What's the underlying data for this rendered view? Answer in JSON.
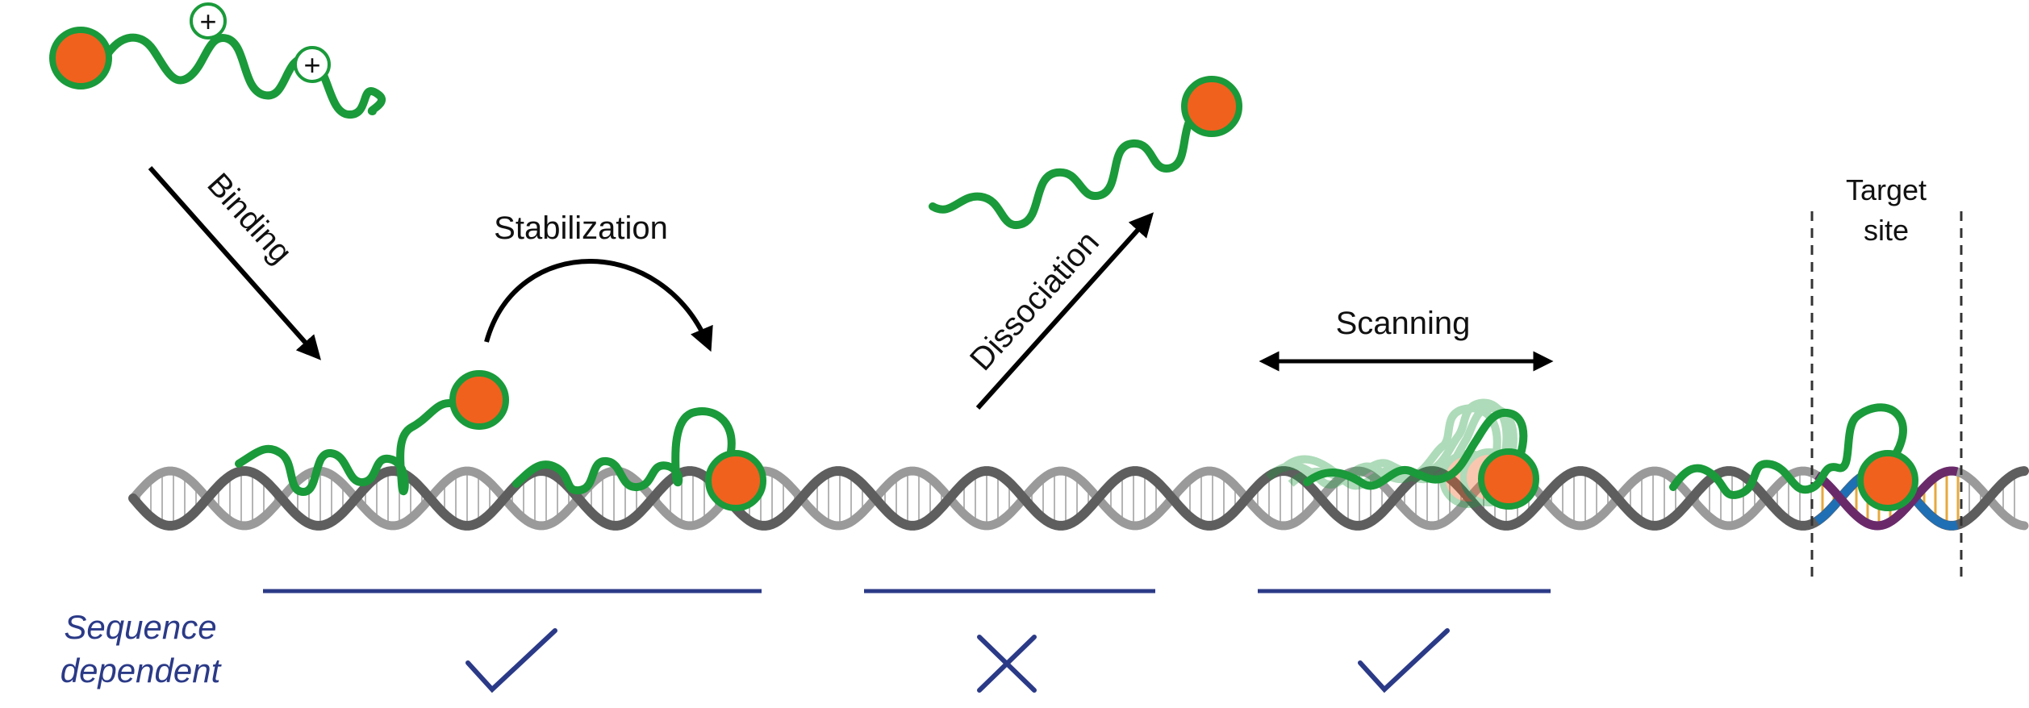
{
  "steps": {
    "binding": "Binding",
    "stabilization": "Stabilization",
    "dissociation": "Dissociation",
    "scanning": "Scanning"
  },
  "target": {
    "line1": "Target",
    "line2": "site"
  },
  "sequence_dependent": {
    "line1": "Sequence",
    "line2": "dependent",
    "results": [
      {
        "step": "Binding and stabilization",
        "mark": "check"
      },
      {
        "step": "Dissociation",
        "mark": "cross"
      },
      {
        "step": "Scanning",
        "mark": "check"
      }
    ]
  },
  "colors": {
    "protein_tail": "#1a9a3a",
    "protein_head": "#f0611e",
    "dna_dark": "#5e5e5e",
    "dna_light": "#9a9a9a",
    "target_strand_blue": "#1f6fb5",
    "target_strand_purple": "#6a2a6a",
    "bases_target": "#e7a93c",
    "annotation_navy": "#2b3a87",
    "arrows": "#000000"
  },
  "charges": [
    "+",
    "+"
  ]
}
